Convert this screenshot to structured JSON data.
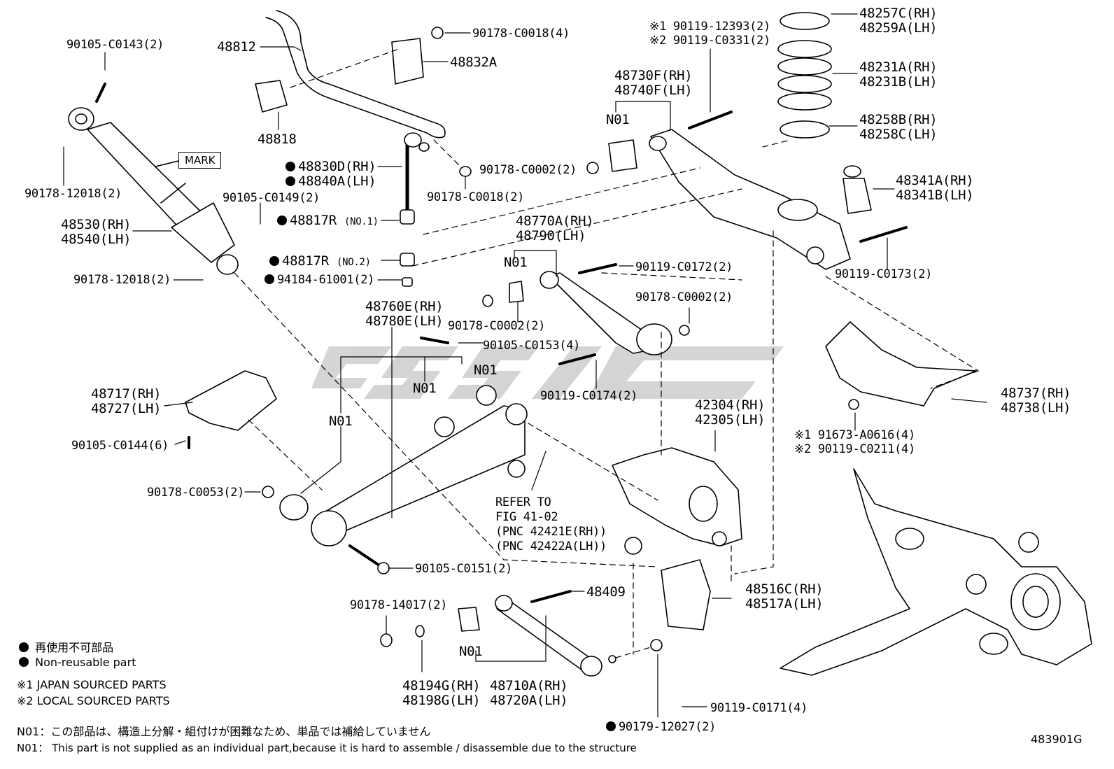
{
  "diagram_code": "483901G",
  "mark_label": "MARK",
  "legend": {
    "non_reusable_jp": "再使用不可部品",
    "non_reusable_en": "Non-reusable part",
    "japan_sourced": "※1 JAPAN SOURCED PARTS",
    "local_sourced": "※2 LOCAL SOURCED PARTS",
    "n01_jp": "N01：この部品は、構造上分解・組付けが困難なため、単品では補給していません",
    "n01_en": "N01：  This part is not supplied as an individual part,because it is hard to assemble / disassemble due to the structure"
  },
  "labels": {
    "p90105_C0143": "90105-C0143(2)",
    "p48812": "48812",
    "p90178_C0018_4": "90178-C0018(4)",
    "p48832A": "48832A",
    "p48818": "48818",
    "p90178_12018_top": "90178-12018(2)",
    "p48830D": "48830D(RH)",
    "p48840A": "48840A(LH)",
    "p90178_C0002_a": "90178-C0002(2)",
    "p90178_C0018_2": "90178-C0018(2)",
    "p90105_C0149": "90105-C0149(2)",
    "p48530": "48530(RH)",
    "p48540": "48540(LH)",
    "p48817R_1": "48817R",
    "no1": "(NO.1)",
    "p48817R_2": "48817R",
    "no2": "(NO.2)",
    "p90178_12018_bot": "90178-12018(2)",
    "p94184": "94184-61001(2)",
    "p90119_12393": "※1 90119-12393(2)",
    "p90119_C0331": "※2 90119-C0331(2)",
    "p48730F": "48730F(RH)",
    "p48740F": "48740F(LH)",
    "p48257C": "48257C(RH)",
    "p48259A": "48259A(LH)",
    "p48231A": "48231A(RH)",
    "p48231B": "48231B(LH)",
    "p48258B": "48258B(RH)",
    "p48258C": "48258C(LH)",
    "p48341A": "48341A(RH)",
    "p48341B": "48341B(LH)",
    "p90119_C0173": "90119-C0173(2)",
    "p48770A": "48770A(RH)",
    "p48790": "48790(LH)",
    "p90119_C0172": "90119-C0172(2)",
    "p90178_C0002_b": "90178-C0002(2)",
    "p90178_C0002_c": "90178-C0002(2)",
    "p48760E": "48760E(RH)",
    "p48780E": "48780E(LH)",
    "p90105_C0153": "90105-C0153(4)",
    "p90119_C0174": "90119-C0174(2)",
    "p48717": "48717(RH)",
    "p48727": "48727(LH)",
    "p90105_C0144": "90105-C0144(6)",
    "p42304": "42304(RH)",
    "p42305": "42305(LH)",
    "p48737": "48737(RH)",
    "p48738": "48738(LH)",
    "p91673": "※1 91673-A0616(4)",
    "p90119_C0211": "※2 90119-C0211(4)",
    "p90178_C0053": "90178-C0053(2)",
    "refer1": "REFER TO",
    "refer2": "FIG 41-02",
    "refer3": "(PNC 42421E(RH))",
    "refer4": "(PNC 42422A(LH))",
    "p90105_C0151": "90105-C0151(2)",
    "p48409": "48409",
    "p48516C": "48516C(RH)",
    "p48517A": "48517A(LH)",
    "p90178_14017": "90178-14017(2)",
    "p48194G": "48194G(RH)",
    "p48198G": "48198G(LH)",
    "p48710A": "48710A(RH)",
    "p48720A": "48720A(LH)",
    "p90119_C0171": "90119-C0171(4)",
    "p90179_12027": "90179-12027(2)",
    "n01": "N01"
  }
}
